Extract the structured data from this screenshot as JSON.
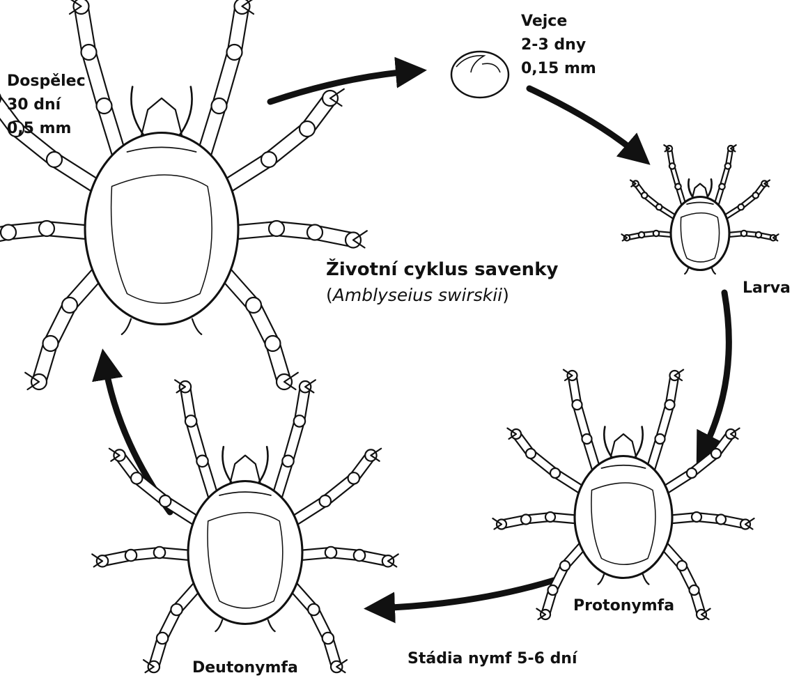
{
  "title": {
    "main": "Životní cyklus savenky",
    "sub_open": "(",
    "sub_species": "Amblyseius swirskii",
    "sub_close": ")"
  },
  "stages": {
    "adult": {
      "name": "Dospělec",
      "duration": "30 dní",
      "size": "0,5 mm"
    },
    "egg": {
      "name": "Vejce",
      "duration": "2-3 dny",
      "size": "0,15 mm"
    },
    "larva": {
      "name": "Larva"
    },
    "protonymph": {
      "name": "Protonymfa"
    },
    "deutonymph": {
      "name": "Deutonymfa"
    }
  },
  "nymph_note": "Stádia nymf 5-6 dní",
  "colors": {
    "ink": "#111111",
    "background": "#ffffff",
    "body_fill": "#ffffff"
  }
}
